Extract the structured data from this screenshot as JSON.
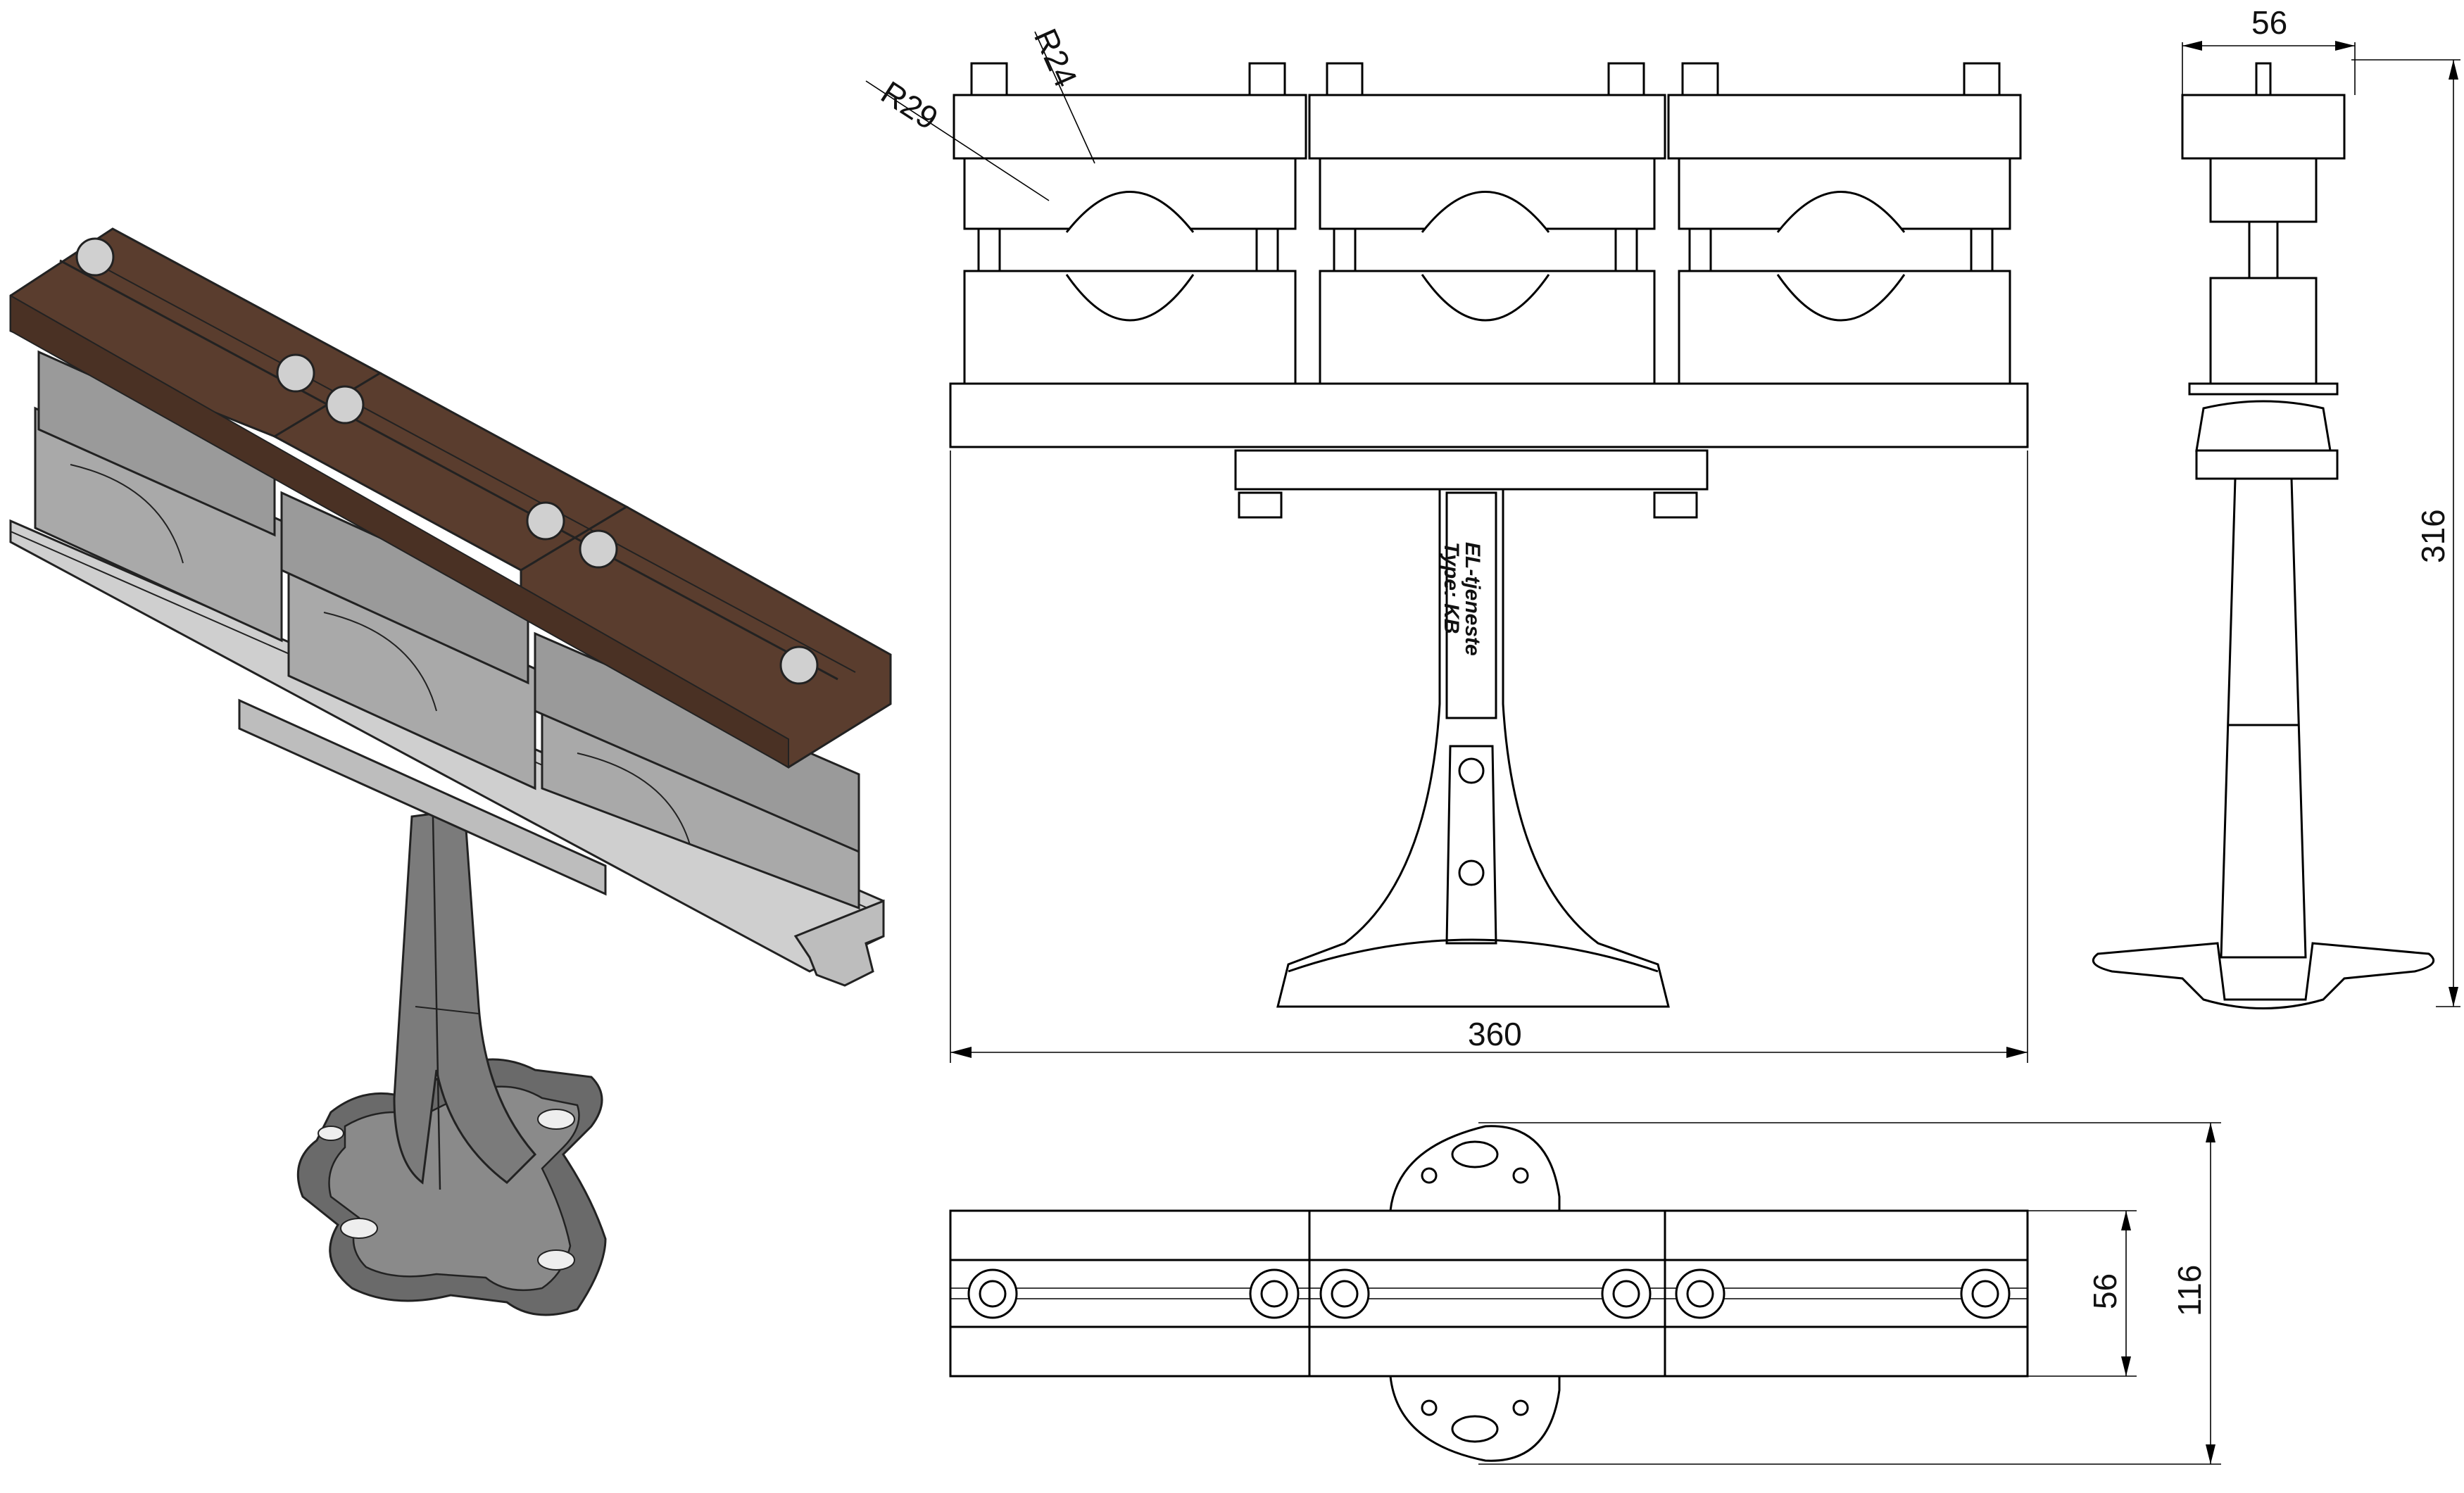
{
  "drawing": {
    "dimensions": {
      "width_front": "360",
      "height_side": "316",
      "width_side": "56",
      "depth_top_inner": "56",
      "depth_top_outer": "116",
      "radius_outer": "R29",
      "radius_inner": "R24"
    },
    "label_brand": "EL-tjeneste",
    "label_type": "Type: KB"
  },
  "colors": {
    "rail_brown": "#5a3d2e",
    "clamp_grey": "#a9a9a9",
    "steel_light": "#d4d4d4",
    "foot_dark": "#5b5b5b"
  }
}
